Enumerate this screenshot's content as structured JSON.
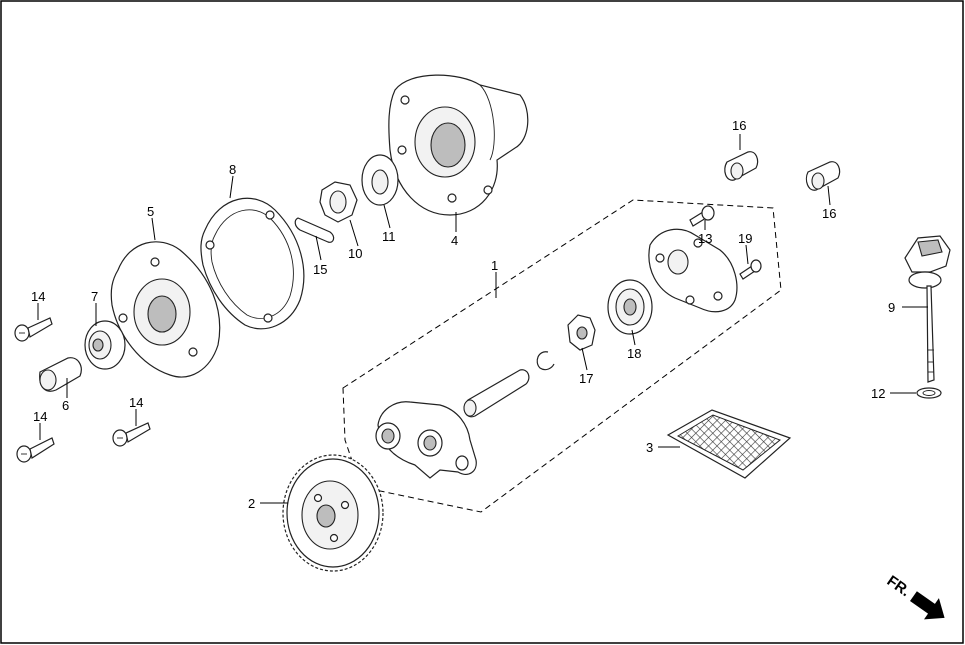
{
  "callouts": {
    "c1": "1",
    "c2": "2",
    "c3": "3",
    "c4": "4",
    "c5": "5",
    "c6": "6",
    "c7": "7",
    "c8": "8",
    "c9": "9",
    "c10": "10",
    "c11": "11",
    "c12": "12",
    "c13": "13",
    "c14a": "14",
    "c14b": "14",
    "c14c": "14",
    "c15": "15",
    "c16a": "16",
    "c16b": "16",
    "c17": "17",
    "c18": "18",
    "c19": "19"
  },
  "direction_marker": "FR."
}
